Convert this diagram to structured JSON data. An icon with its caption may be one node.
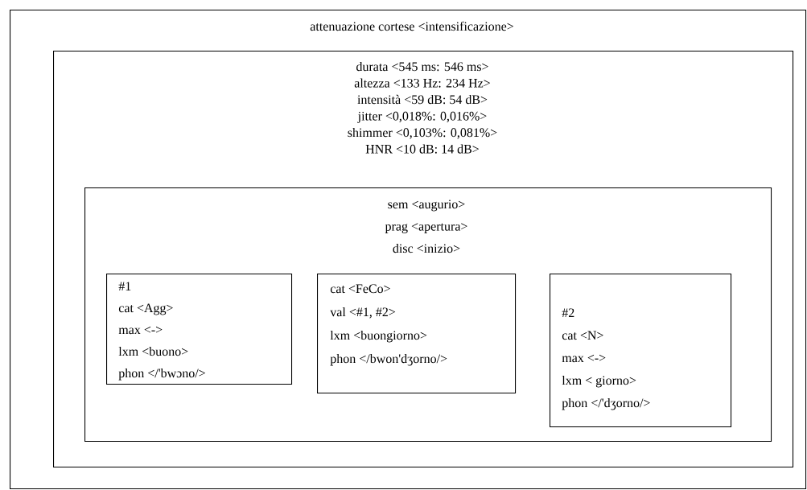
{
  "diagram": {
    "nodes": [
      {
        "text": [
          "attenuazione cortese  <intensificazione>"
        ]
      },
      {
        "text": [
          "durata <545 ms: 546 ms>",
          "altezza <133 Hz: 234 Hz>",
          "intensità <59 dB: 54 dB>",
          "jitter <0,018%: 0,016%>",
          "shimmer <0,103%: 0,081%>",
          "HNR <10 dB: 14 dB>"
        ],
        "in": 0
      },
      {
        "text": [
          "sem <augurio>",
          "prag <apertura>",
          "disc <inizio>"
        ],
        "in": 1
      },
      {
        "text": [
          "#1",
          "cat <Agg>",
          "max <->",
          "lxm <buono>",
          "phon </'bwɔno/>"
        ],
        "in": 2
      },
      {
        "text": [
          "cat <FeCo>",
          "val <#1, #2>",
          "lxm <buongiorno>",
          "phon </bwon'dʒorno/>"
        ],
        "in": 2
      },
      {
        "text": [
          "#2",
          "cat <N>",
          "max <->",
          "lxm < giorno>",
          "phon </'dʒorno/>"
        ],
        "in": 2
      }
    ]
  }
}
